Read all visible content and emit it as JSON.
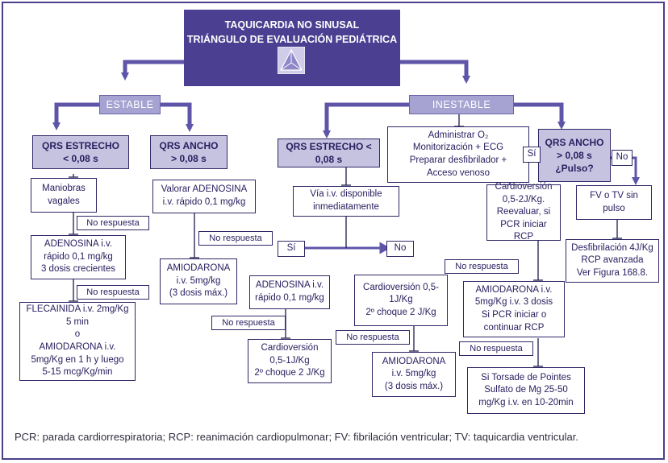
{
  "header": {
    "title_line1": "TAQUICARDIA NO SINUSAL",
    "title_line2": "TRIÁNGULO DE EVALUACIÓN PEDIÁTRICA"
  },
  "branches": {
    "stable": "ESTABLE",
    "unstable": "INESTABLE"
  },
  "stable": {
    "narrow_title": "QRS ESTRECHO\n< 0,08 s",
    "vagal": "Maniobras\nvagales",
    "no_resp_1": "No respuesta",
    "adenosina": "ADENOSINA i.v.\nrápido 0,1 mg/kg\n3 dosis crecientes",
    "no_resp_2": "No respuesta",
    "flecainida": "FLECAINIDA i.v. 2mg/Kg\n5 min\no\nAMIODARONA i.v.\n5mg/Kg en 1 h y luego\n5-15 mcg/Kg/min",
    "wide_title": "QRS ANCHO\n> 0,08 s",
    "valorar": "Valorar ADENOSINA\ni.v. rápido 0,1 mg/kg",
    "no_resp_3": "No respuesta",
    "amiodarona": "AMIODARONA\ni.v. 5mg/kg\n(3 dosis máx.)"
  },
  "unstable": {
    "center_box": "Administrar O₂\nMonitorización + ECG\nPreparar desfibrilador +\nAcceso venoso",
    "narrow_title": "QRS ESTRECHO <\n0,08 s",
    "via": "Vía i.v. disponible\ninmediatamente",
    "si": "Sí",
    "no": "No",
    "adenosina": "ADENOSINA i.v.\nrápido 0,1 mg/kg",
    "no_resp_a": "No respuesta",
    "cardio_a": "Cardioversión\n0,5-1J/Kg\n2º choque 2 J/Kg",
    "cardio_b": "Cardioversión 0,5-\n1J/Kg\n2º choque 2 J/Kg",
    "no_resp_b": "No respuesta",
    "amio_b": "AMIODARONA\ni.v. 5mg/kg\n(3 dosis máx.)",
    "wide_title": "QRS ANCHO\n> 0,08 s\n¿Pulso?",
    "si_pulse": "Sí",
    "no_pulse": "No",
    "cardio_c": "Cardioversión\n0,5-2J/Kg.\nReevaluar, si\nPCR iniciar RCP",
    "no_resp_c": "No respuesta",
    "amio_c": "AMIODARONA i.v.\n5mg/Kg i.v. 3 dosis\nSi PCR iniciar o\ncontinuar RCP",
    "no_resp_d": "No respuesta",
    "torsade": "Si Torsade de Pointes\nSulfato de Mg 25-50\nmg/Kg i.v. en 10-20min",
    "fv": "FV o TV sin\npulso",
    "desfib": "Desfibrilación 4J/Kg\nRCP avanzada\nVer Figura 168.8."
  },
  "footer": "PCR: parada cardiorrespiratoria; RCP: reanimación cardiopulmonar; FV: fibrilación ventricular; TV: taquicardia ventricular.",
  "colors": {
    "header": "#4b3f91",
    "bar": "#a6a2d2",
    "accent": "#5e55a8",
    "line": "#2e2866",
    "title_box": "#c6c3e1"
  }
}
